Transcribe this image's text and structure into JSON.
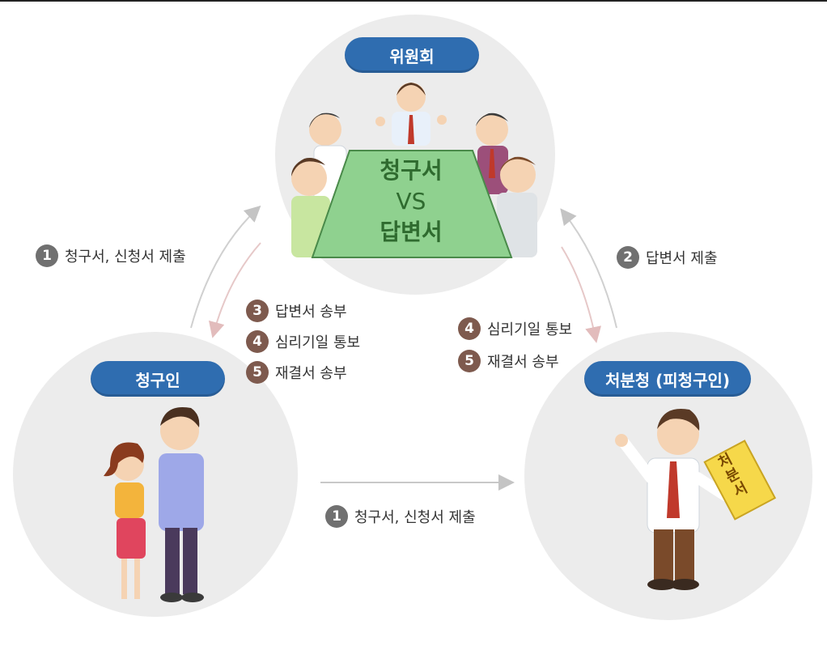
{
  "nodes": {
    "committee": "위원회",
    "claimant": "청구인",
    "agency": "처분청 (피청구인)"
  },
  "table_text": {
    "line1": "청구서",
    "line2": "VS",
    "line3": "답변서"
  },
  "document_text": "처분서",
  "steps": {
    "claimant_to_committee": {
      "num": "1",
      "label": "청구서, 신청서 제출"
    },
    "agency_to_committee": {
      "num": "2",
      "label": "답변서 제출"
    },
    "committee_to_claimant": [
      {
        "num": "3",
        "label": "답변서 송부"
      },
      {
        "num": "4",
        "label": "심리기일 통보"
      },
      {
        "num": "5",
        "label": "재결서 송부"
      }
    ],
    "committee_to_agency": [
      {
        "num": "4",
        "label": "심리기일 통보"
      },
      {
        "num": "5",
        "label": "재결서 송부"
      }
    ],
    "claimant_to_agency": {
      "num": "1",
      "label": "청구서, 신청서 제출"
    }
  },
  "colors": {
    "pill": "#2f6db0",
    "circle": "#ececec",
    "badge_grey": "#707070",
    "badge_brown": "#7e5a4e",
    "table": "#8fd18f"
  }
}
